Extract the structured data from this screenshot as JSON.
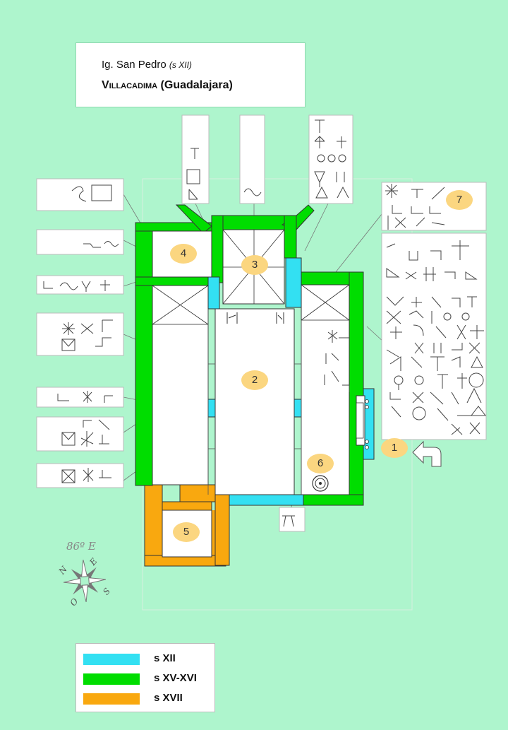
{
  "title": {
    "line1_main": "Ig. San Pedro",
    "line1_note": "(s XII)",
    "line2_sc": "Villacadima",
    "line2_rest": " (Guadalajara)"
  },
  "room_numbers": [
    "1",
    "2",
    "3",
    "4",
    "5",
    "6",
    "7"
  ],
  "orientation": "86º E",
  "compass": {
    "north": "N",
    "east": "E",
    "south": "S",
    "west": "O"
  },
  "legend": [
    {
      "label": "s XII",
      "color": "#33e0f2"
    },
    {
      "label": "s XV-XVI",
      "color": "#00dd00"
    },
    {
      "label": "s XVII",
      "color": "#f9a80f"
    }
  ],
  "colors": {
    "background": "#aef5cd",
    "number_badge": "#fbd680",
    "wall_outline": "#333333"
  }
}
